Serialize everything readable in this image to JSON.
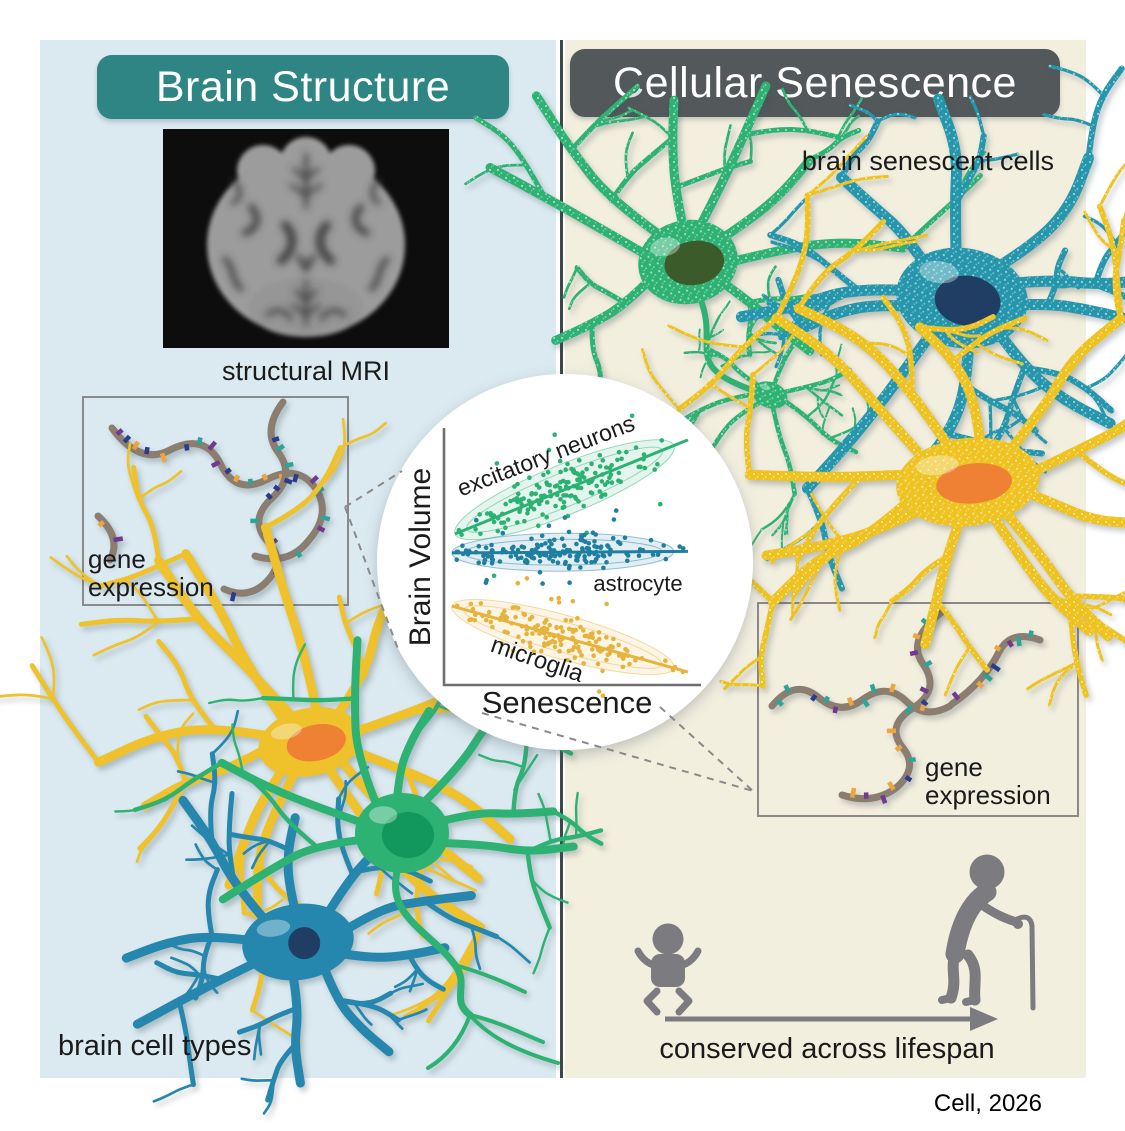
{
  "panels": {
    "left": {
      "title": "Brain Structure"
    },
    "right": {
      "title": "Cellular Senescence"
    }
  },
  "labels": {
    "structural_mri": "structural MRI",
    "gene_expression_line1": "gene",
    "gene_expression_line2": "expression",
    "brain_cell_types": "brain cell types",
    "brain_senescent_cells": "brain senescent cells",
    "conserved_across_lifespan": "conserved across lifespan",
    "credit": "Cell, 2026"
  },
  "chart_data": {
    "type": "scatter",
    "title": "",
    "xlabel": "Senescence",
    "ylabel": "Brain Volume",
    "ticks": "none",
    "legend": "inline-labels",
    "description": "Schematic association between cellular senescence burden and brain volume per cell type",
    "series": [
      {
        "name": "excitatory neurons",
        "color": "#2bb273",
        "trend": "increasing",
        "line": {
          "x1": 0.043,
          "y1": 0.409,
          "x2": 0.953,
          "y2": 0.039
        },
        "n_points": 150,
        "spread": 25
      },
      {
        "name": "astrocyte",
        "color": "#1f7fa0",
        "trend": "flat",
        "line": {
          "x1": 0.031,
          "y1": 0.484,
          "x2": 0.953,
          "y2": 0.478
        },
        "n_points": 160,
        "spread": 19
      },
      {
        "name": "microglia",
        "color": "#e6b43c",
        "trend": "decreasing",
        "line": {
          "x1": 0.031,
          "y1": 0.693,
          "x2": 0.953,
          "y2": 0.953
        },
        "n_points": 150,
        "spread": 22
      }
    ]
  },
  "colors": {
    "left_panel_bg": "#dbeaf0",
    "right_panel_bg": "#f3efdf",
    "left_header_bg": "#2e8584",
    "right_header_bg": "#53595a",
    "header_text": "#ffffff",
    "divider": "#3d4848",
    "box_border": "#8a8a8a",
    "dashed_line": "#8a8a8a",
    "text": "#1b1b1b",
    "axis": "#6e6e6e",
    "icon_gray": "#7b7b80",
    "green_cell": "#2eb273",
    "green_nucleus_left": "#12985c",
    "green_nucleus_right": "#3c5b2b",
    "blue_cell_left": "#2587ae",
    "blue_cell_right": "#2596ab",
    "blue_nucleus": "#203e63",
    "yellow_cell_left": "#efc22c",
    "yellow_cell_right": "#eec21f",
    "orange_nucleus": "#ee8133",
    "rna_strand": "#8b7e71",
    "rna_ticks": [
      "#efa43d",
      "#2ba598",
      "#713a8e",
      "#2b3c8c"
    ]
  }
}
